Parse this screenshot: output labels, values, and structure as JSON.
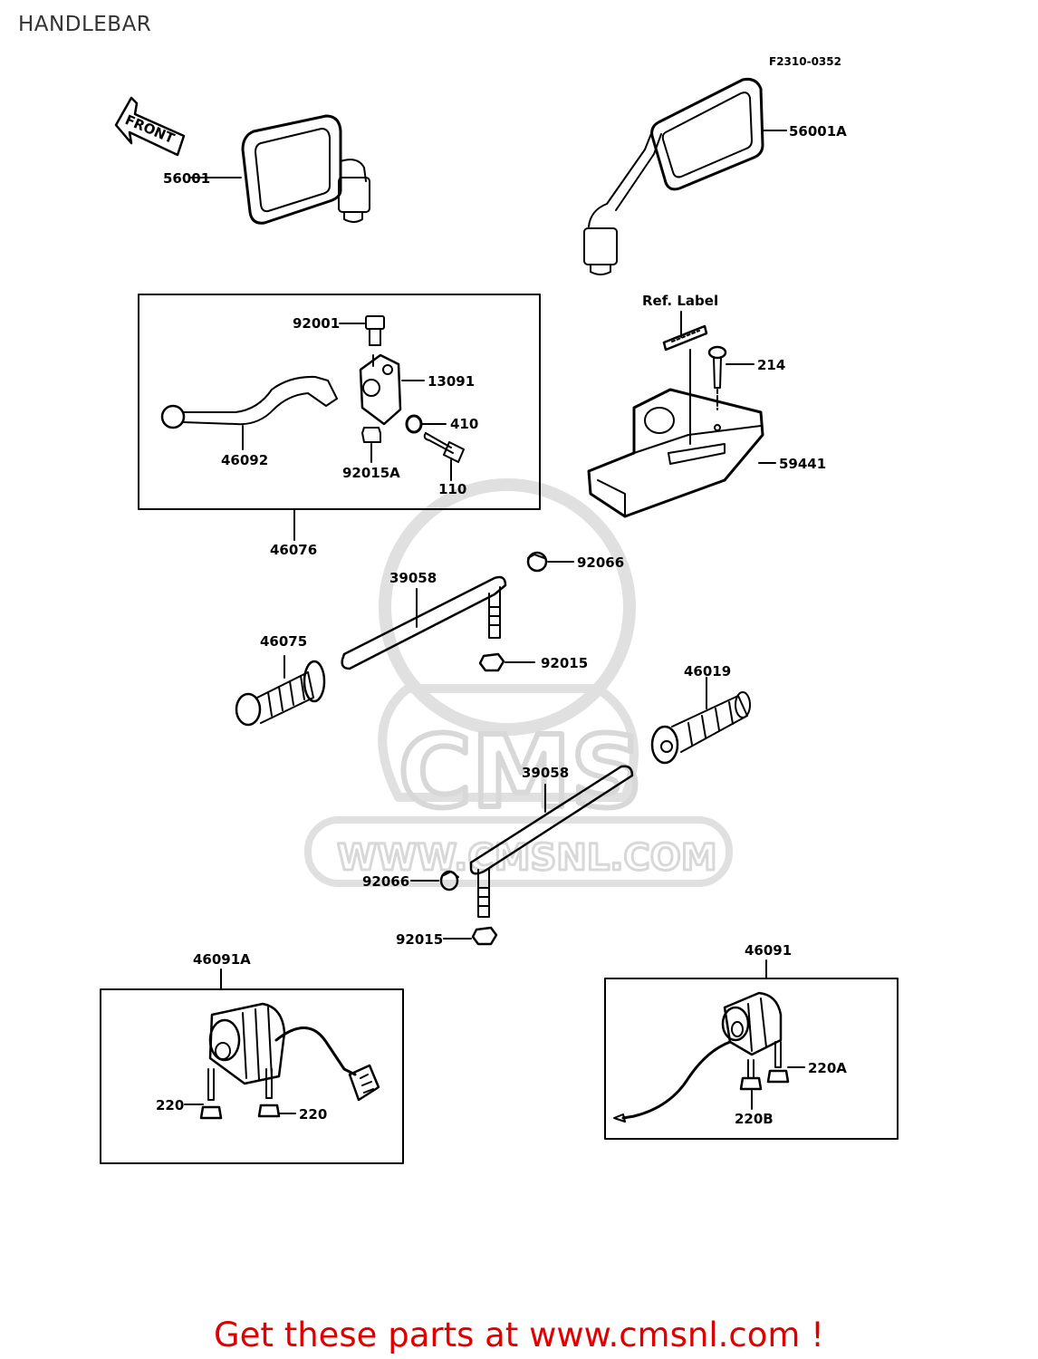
{
  "page": {
    "title": "HANDLEBAR",
    "figure_number": "F2310-0352"
  },
  "direction_indicator": {
    "text": "FRONT",
    "icon": "front-arrow-icon"
  },
  "watermark": {
    "logo": "CMS",
    "url": "WWW.CMSNL.COM"
  },
  "groups": [
    {
      "name": "clutch-lever-assembly",
      "label": "46076"
    },
    {
      "name": "left-switch-assembly",
      "label": "46091A"
    },
    {
      "name": "right-switch-assembly",
      "label": "46091"
    }
  ],
  "labels": {
    "mirror_left": "56001",
    "mirror_right": "56001A",
    "bolt_92001": "92001",
    "holder_13091": "13091",
    "washer_410": "410",
    "lever_46092": "46092",
    "nut_92015A": "92015A",
    "bolt_110": "110",
    "ref_label": "Ref. Label",
    "screw_214": "214",
    "cover_59441": "59441",
    "plug_92066_top": "92066",
    "bar_39058_top": "39058",
    "nut_92015_top": "92015",
    "grip_46075": "46075",
    "grip_46019": "46019",
    "bar_39058_bottom": "39058",
    "plug_92066_bottom": "92066",
    "nut_92015_bottom": "92015",
    "screw_220_left": "220",
    "screw_220_right": "220",
    "screw_220A": "220A",
    "screw_220B": "220B"
  },
  "footer": {
    "promo_text": "Get these parts at www.cmsnl.com !"
  }
}
